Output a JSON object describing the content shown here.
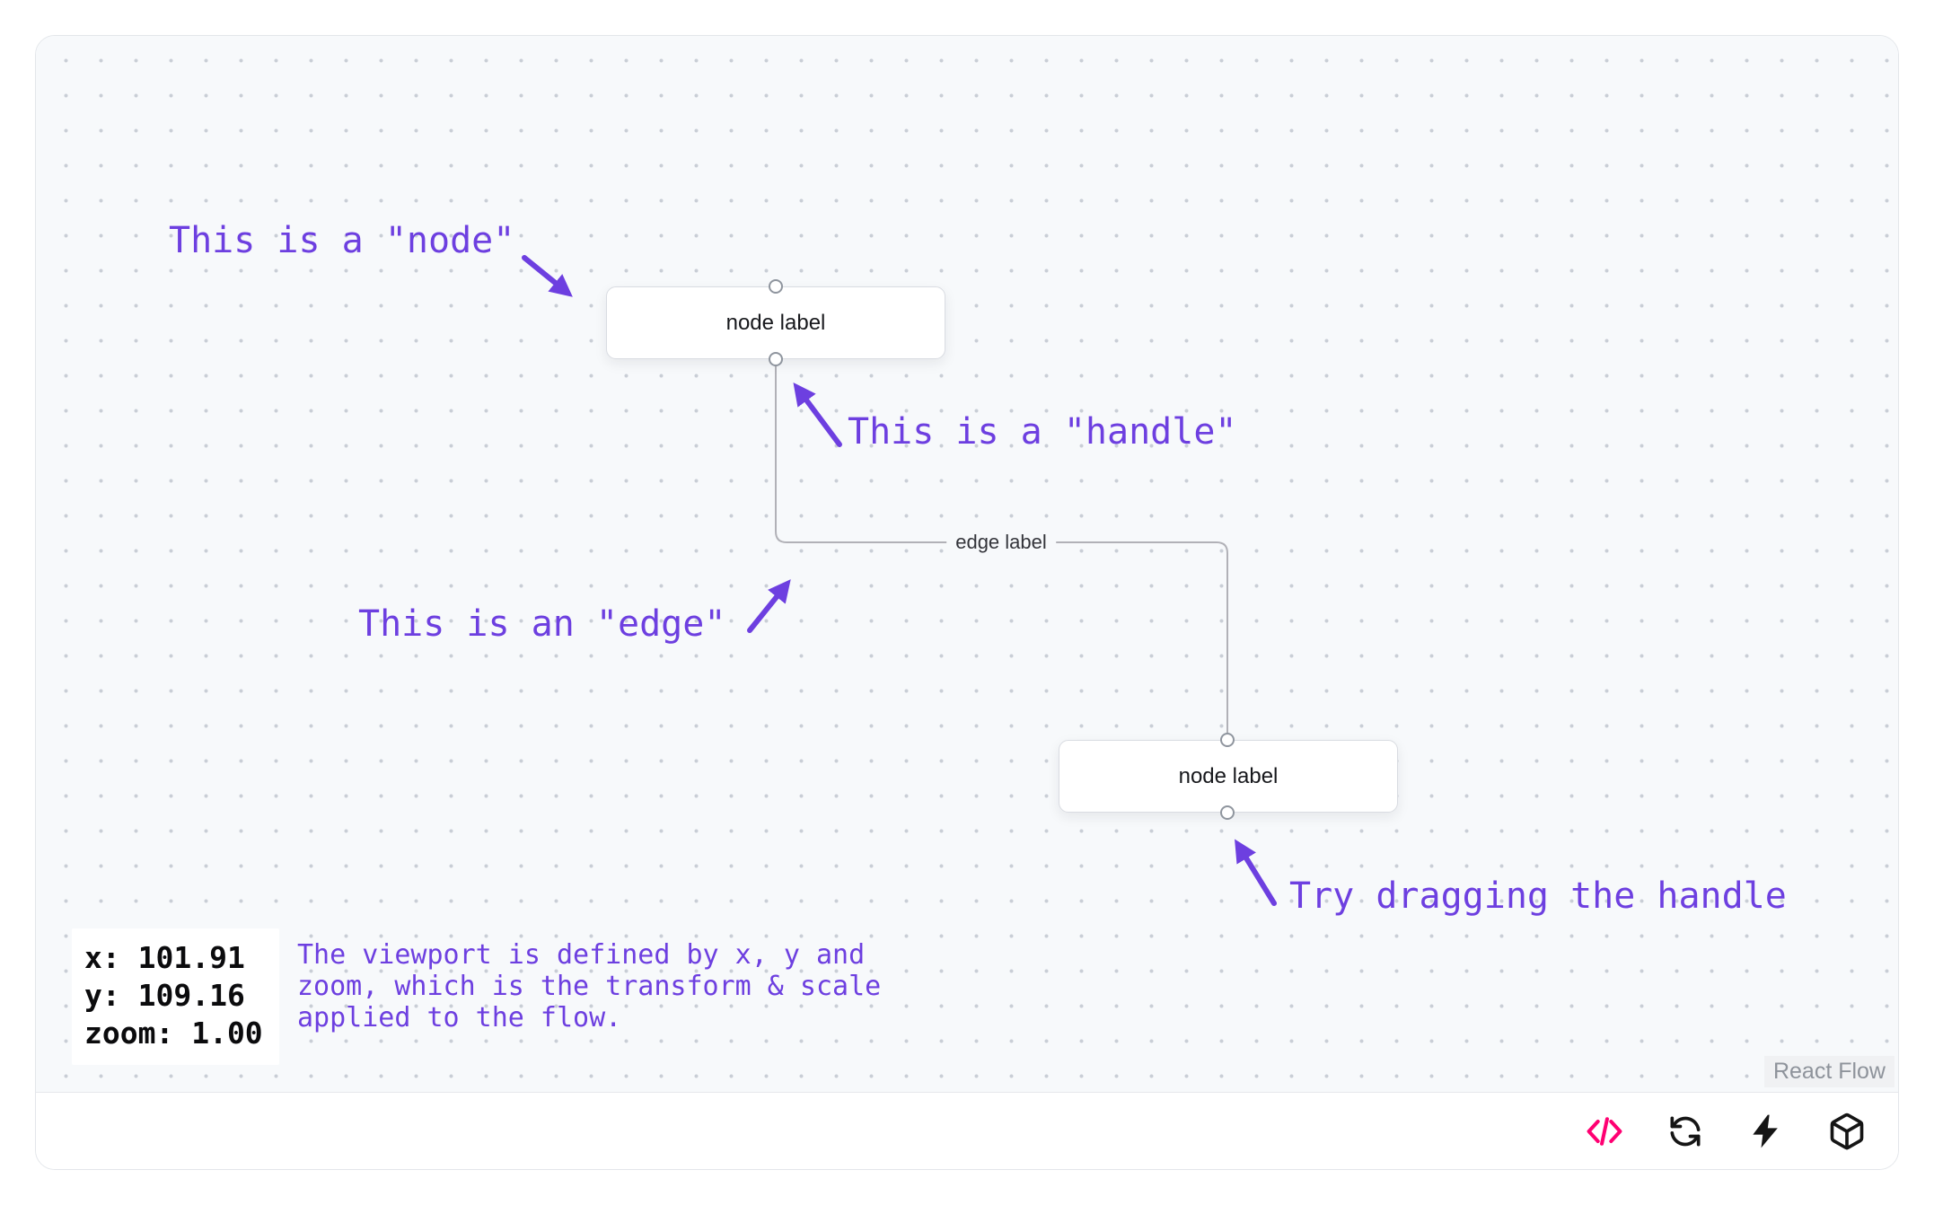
{
  "canvas": {
    "nodes": [
      {
        "label": "node label"
      },
      {
        "label": "node label"
      }
    ],
    "edge": {
      "label": "edge label"
    },
    "attribution": "React Flow"
  },
  "annotations": {
    "node_callout": "This is a \"node\"",
    "handle_callout": "This is a \"handle\"",
    "edge_callout": "This is an \"edge\"",
    "drag_callout": "Try dragging the handle",
    "viewport_note": "The viewport is defined by x, y and zoom, which is the transform & scale applied to the flow."
  },
  "viewport_panel": {
    "x": "x: 101.91",
    "y": "y: 109.16",
    "zoom": "zoom: 1.00"
  },
  "toolbar": {
    "buttons": [
      {
        "icon": "code-icon"
      },
      {
        "icon": "refresh-icon"
      },
      {
        "icon": "lightning-icon"
      },
      {
        "icon": "codesandbox-icon"
      }
    ]
  },
  "colors": {
    "accent_purple": "#6d3fe0",
    "brand_pink": "#ff0072",
    "edge_gray": "#b1b1b7",
    "canvas_background": "#f7f9fb"
  }
}
